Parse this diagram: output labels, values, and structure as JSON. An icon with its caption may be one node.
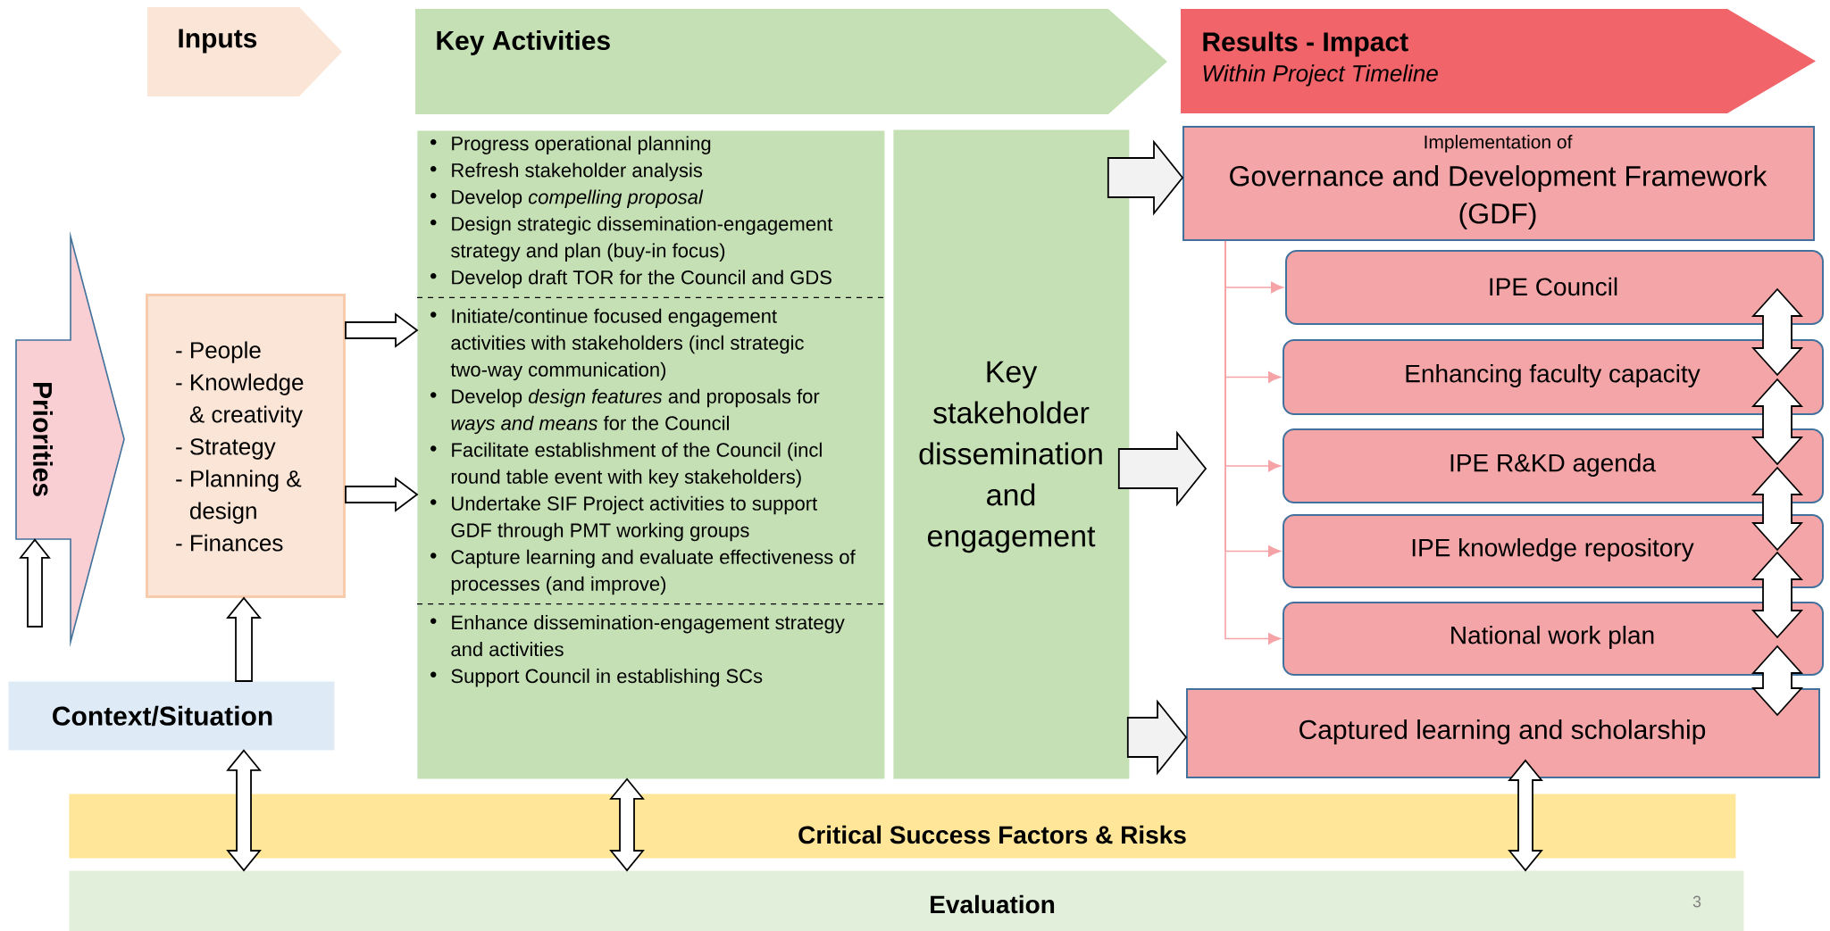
{
  "diagram": {
    "nodes": [
      {
        "text": [
          "Inputs"
        ]
      },
      {
        "text": [
          "Key Activities"
        ]
      },
      {
        "text": [
          "Results - Impact",
          "Within Project Timeline"
        ]
      },
      {
        "text": [
          "Priorities"
        ]
      },
      {
        "text": [
          "- People",
          "- Knowledge & creativity",
          "- Strategy",
          "- Planning & design",
          "- Finances"
        ]
      },
      {
        "text": [
          "Context/Situation"
        ]
      },
      {
        "text": [
          "Progress operational planning",
          "Refresh stakeholder analysis",
          "Develop *compelling proposal*",
          "Design strategic dissemination-engagement strategy and plan (buy-in focus)",
          "Develop draft TOR for the Council and GDS",
          "Initiate/continue focused engagement activities with stakeholders (incl strategic two-way communication)",
          "Develop *design features* and proposals for *ways and means* for the Council",
          "Facilitate establishment of the Council (incl round table event with key stakeholders)",
          "Undertake SIF Project activities to support GDF through PMT working groups",
          "Capture learning and evaluate effectiveness of processes (and improve)",
          "Enhance dissemination-engagement strategy and activities",
          "Support Council in establishing SCs"
        ]
      },
      {
        "text": [
          "Key stakeholder dissemination and engagement"
        ]
      },
      {
        "text": [
          "Implementation of",
          "Governance and Development Framework (GDF)"
        ]
      },
      {
        "text": [
          "IPE Council"
        ]
      },
      {
        "text": [
          "Enhancing faculty capacity"
        ]
      },
      {
        "text": [
          "IPE R&KD agenda"
        ]
      },
      {
        "text": [
          "IPE knowledge repository"
        ]
      },
      {
        "text": [
          "National work plan"
        ]
      },
      {
        "text": [
          "Captured learning and scholarship"
        ]
      },
      {
        "text": [
          "Critical Success Factors & Risks"
        ]
      },
      {
        "text": [
          "Evaluation"
        ]
      }
    ],
    "edges": [
      {
        "from": 4,
        "to": 6,
        "arrow": "to"
      },
      {
        "from": 4,
        "to": 6,
        "arrow": "to"
      },
      {
        "from": null,
        "to": 3,
        "arrow": "to"
      },
      {
        "from": 5,
        "to": 4,
        "arrow": "to"
      },
      {
        "from": 5,
        "to": 16,
        "arrow": "both"
      },
      {
        "from": 6,
        "to": 16,
        "arrow": "both"
      },
      {
        "from": 7,
        "to": 8,
        "arrow": "to"
      },
      {
        "from": 7,
        "to": null,
        "arrow": "to"
      },
      {
        "from": 7,
        "to": 14,
        "arrow": "to"
      },
      {
        "from": 8,
        "to": 9,
        "arrow": "to",
        "color": "#f5a3a6"
      },
      {
        "from": 8,
        "to": 10,
        "arrow": "to",
        "color": "#f5a3a6"
      },
      {
        "from": 8,
        "to": 11,
        "arrow": "to",
        "color": "#f5a3a6"
      },
      {
        "from": 8,
        "to": 12,
        "arrow": "to",
        "color": "#f5a3a6"
      },
      {
        "from": 8,
        "to": 13,
        "arrow": "to",
        "color": "#f5a3a6"
      },
      {
        "from": 9,
        "to": 10,
        "arrow": "both"
      },
      {
        "from": 10,
        "to": 11,
        "arrow": "both"
      },
      {
        "from": 11,
        "to": 12,
        "arrow": "both"
      },
      {
        "from": 12,
        "to": 13,
        "arrow": "both"
      },
      {
        "from": 13,
        "to": 14,
        "arrow": "both"
      },
      {
        "from": 14,
        "to": 16,
        "arrow": "both"
      }
    ],
    "labels": [
      "3"
    ]
  }
}
